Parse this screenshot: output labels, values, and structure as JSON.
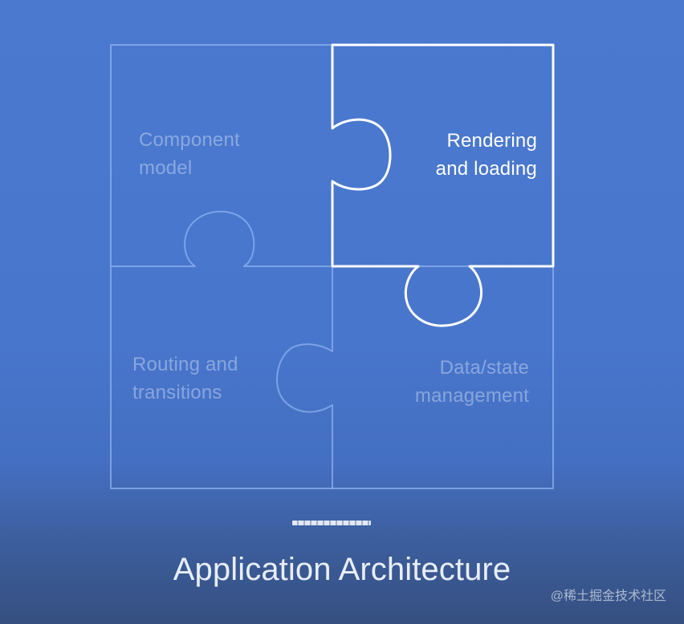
{
  "pieces": {
    "component_model": {
      "line1": "Component",
      "line2": "model"
    },
    "rendering_loading": {
      "line1": "Rendering",
      "line2": "and loading"
    },
    "routing_transitions": {
      "line1": "Routing and",
      "line2": "transitions"
    },
    "data_state_management": {
      "line1": "Data/state",
      "line2": "management"
    }
  },
  "slide": {
    "title": "Application Architecture"
  },
  "watermark": {
    "text": "@稀土掘金技术社区"
  },
  "colors": {
    "background": "#4a79cf",
    "faint_outline": "#7fa5e6",
    "highlight_outline": "#ffffff",
    "muted_text": "#90aee6",
    "highlight_text": "#ffffff"
  }
}
